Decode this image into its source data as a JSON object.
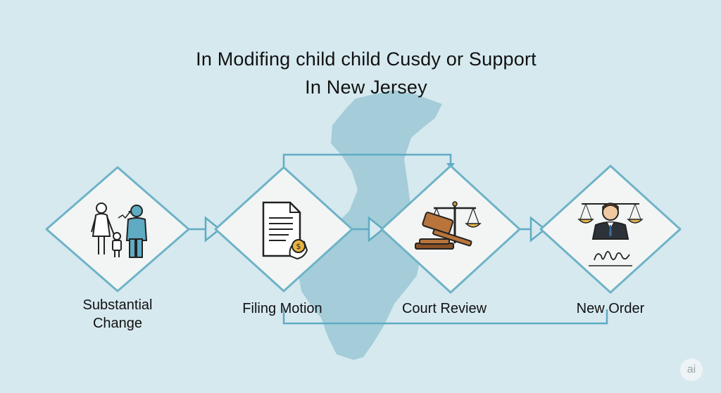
{
  "title": {
    "line1": "In Modifing child child Cusdy or Support",
    "line2": "In New Jersey"
  },
  "steps": [
    {
      "label": "Substantial Change",
      "icon": "family-icon"
    },
    {
      "label": "Filing Motion",
      "icon": "document-money-icon"
    },
    {
      "label": "Court Review",
      "icon": "gavel-scales-icon"
    },
    {
      "label": "New Order",
      "icon": "judge-signature-icon"
    }
  ],
  "watermark": "ai",
  "colors": {
    "background": "#d6e9ef",
    "map": "#93c3d2",
    "diamond_border": "#6fb3c7",
    "diamond_fill": "#f3f5f5",
    "connector": "#5fabc3",
    "text": "#111111"
  }
}
